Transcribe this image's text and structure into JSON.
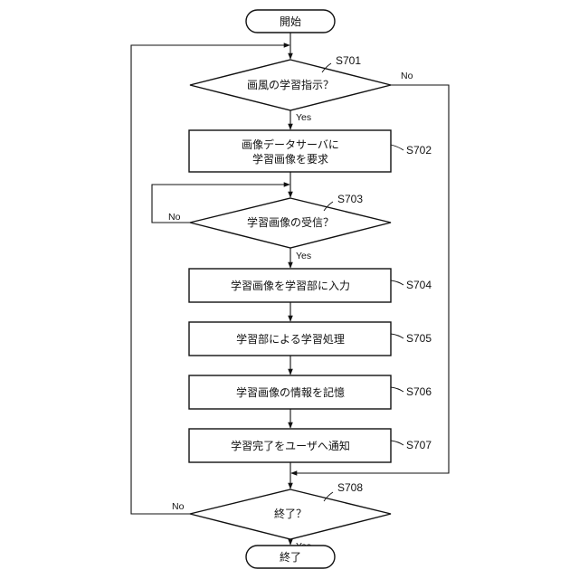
{
  "start": "開始",
  "end": "終了",
  "steps": {
    "s701": {
      "id": "S701",
      "text": "画風の学習指示？",
      "yes": "Yes",
      "no": "No"
    },
    "s702": {
      "id": "S702",
      "line1": "画像データサーバに",
      "line2": "学習画像を要求"
    },
    "s703": {
      "id": "S703",
      "text": "学習画像の受信？",
      "yes": "Yes",
      "no": "No"
    },
    "s704": {
      "id": "S704",
      "text": "学習画像を学習部に入力"
    },
    "s705": {
      "id": "S705",
      "text": "学習部による学習処理"
    },
    "s706": {
      "id": "S706",
      "text": "学習画像の情報を記憶"
    },
    "s707": {
      "id": "S707",
      "text": "学習完了をユーザへ通知"
    },
    "s708": {
      "id": "S708",
      "text": "終了？",
      "yes": "Yes",
      "no": "No"
    }
  }
}
